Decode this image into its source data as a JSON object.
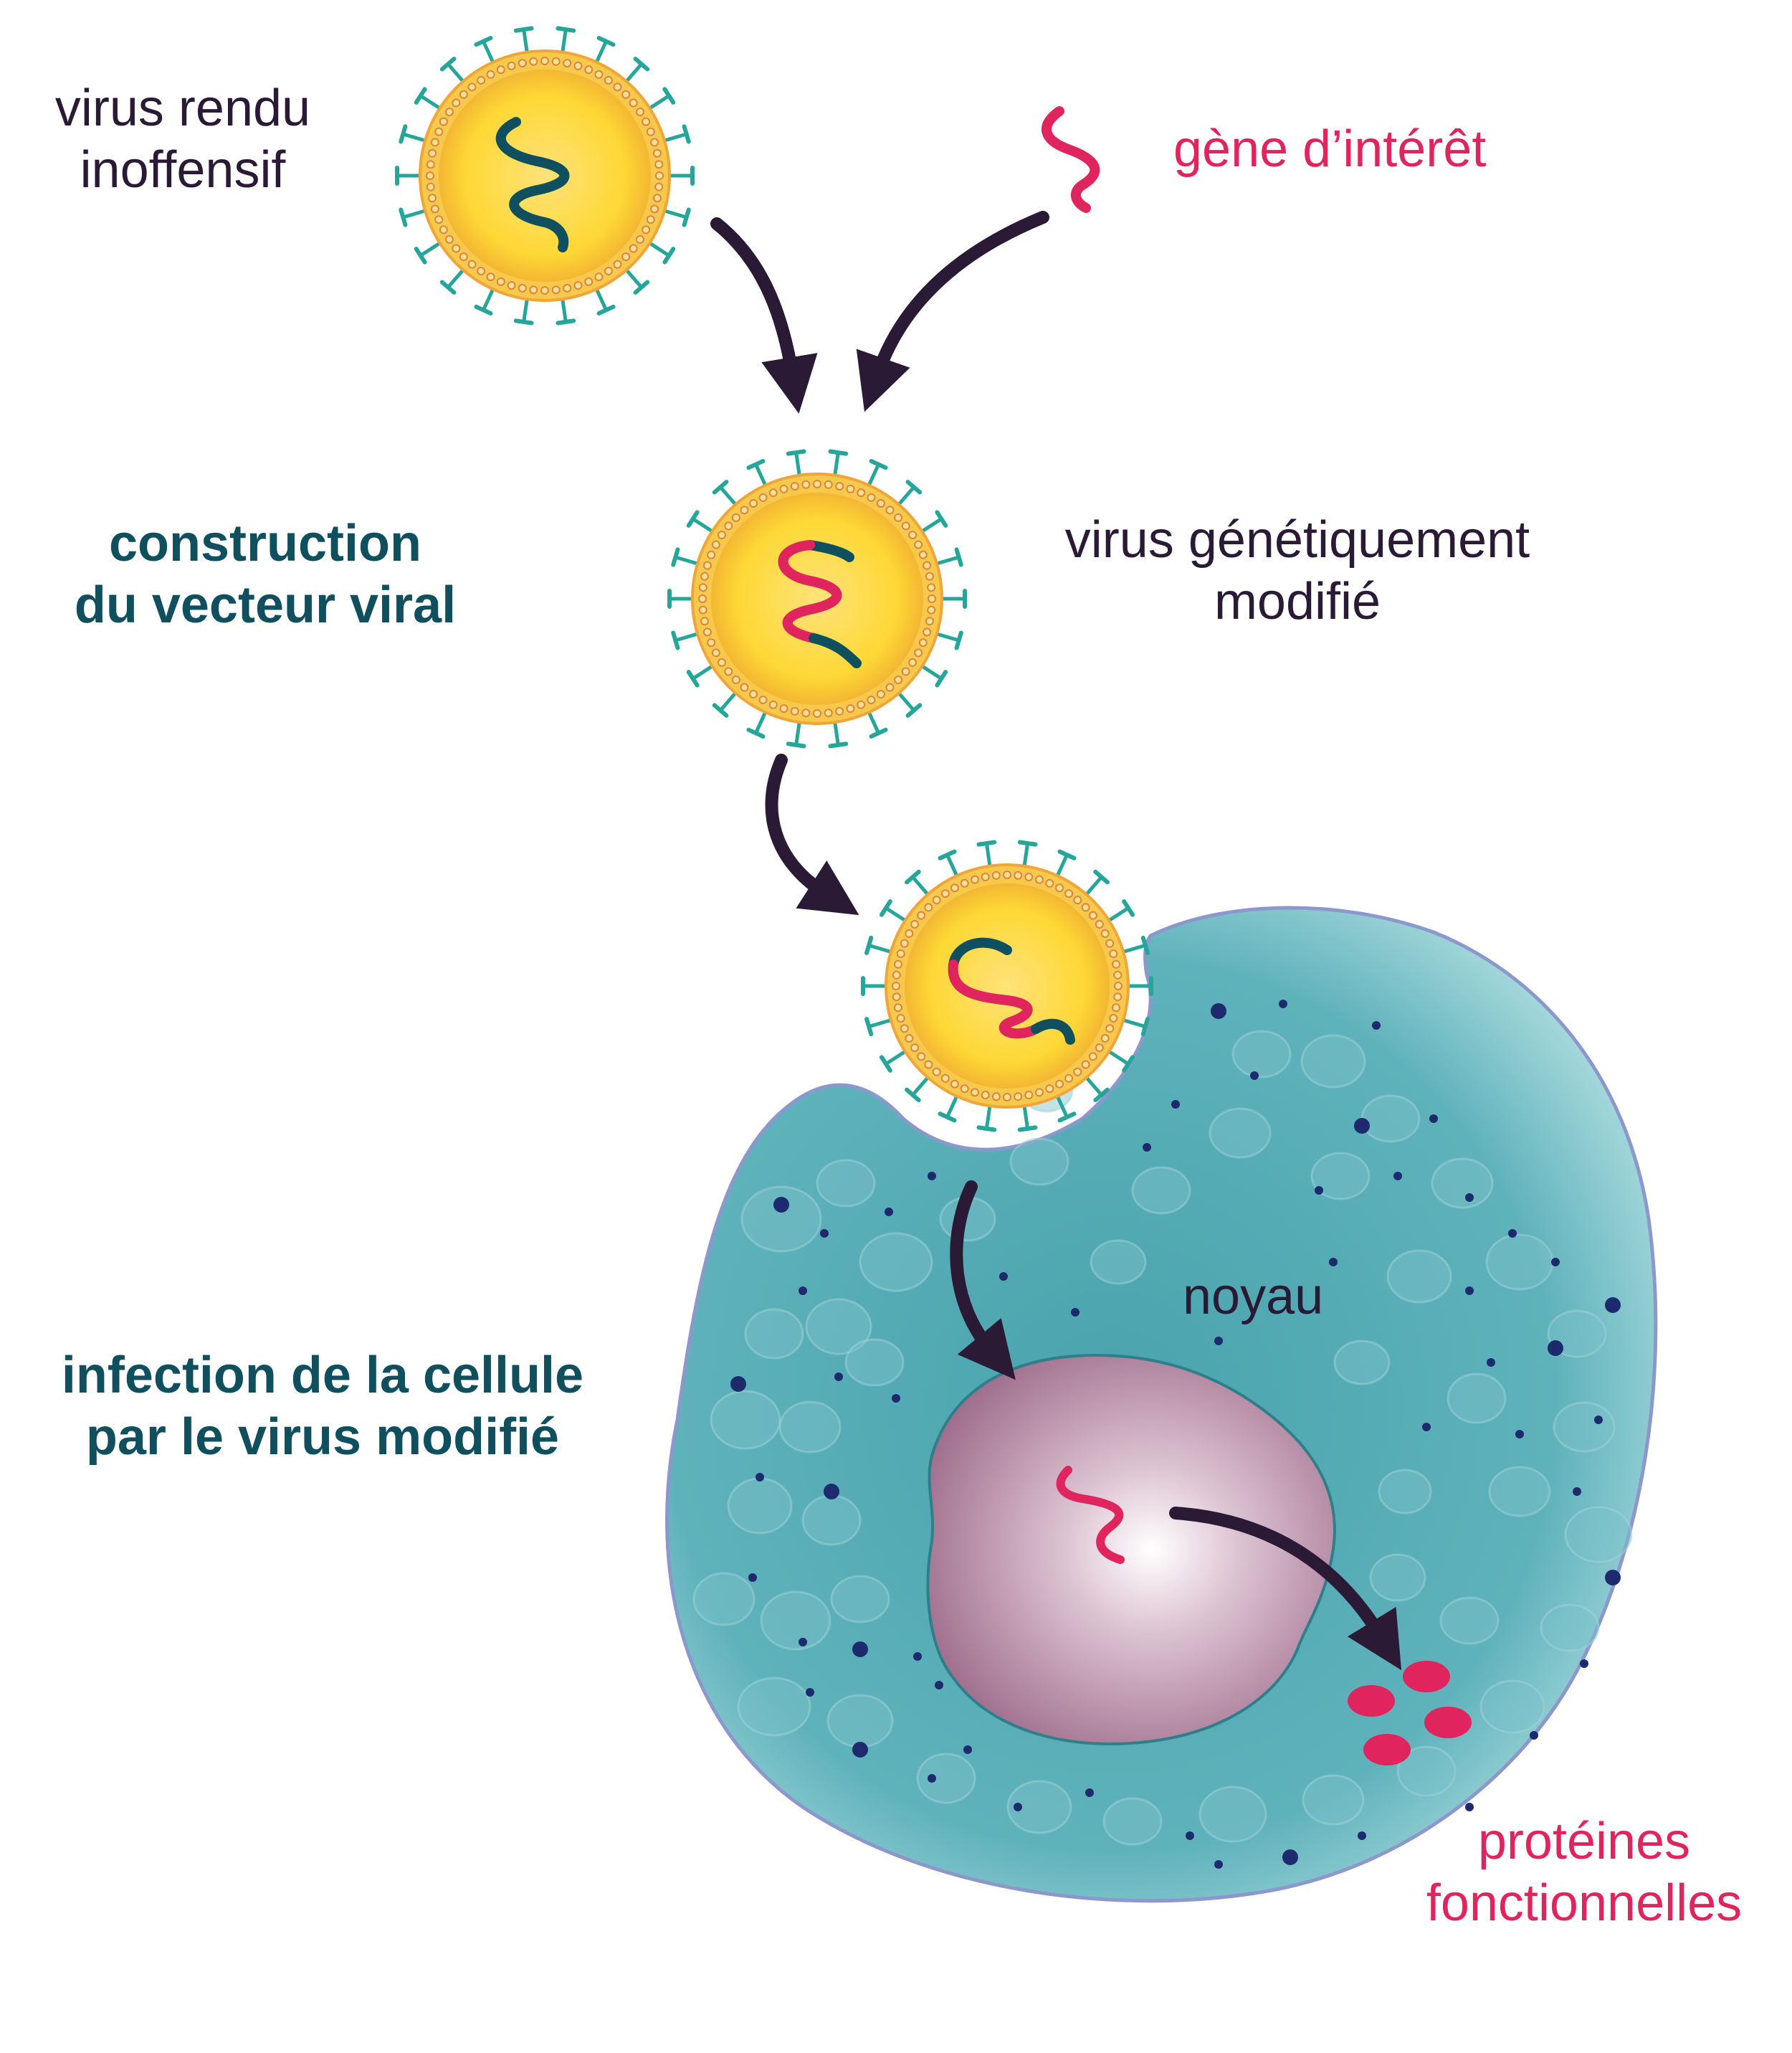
{
  "labels": {
    "harmless_virus": [
      "virus rendu",
      "inoffensif"
    ],
    "gene_of_interest": "gène d’intérêt",
    "vector_step": [
      "construction",
      "du vecteur viral"
    ],
    "modified_virus": [
      "virus génétiquement",
      "modifié"
    ],
    "nucleus": "noyau",
    "infection_step": [
      "infection de la cellule",
      "par le virus modifié"
    ],
    "proteins": [
      "protéines",
      "fonctionnelles"
    ]
  },
  "colors": {
    "virus_body": "#fdd835",
    "virus_ring": "#f4a832",
    "spikes": "#26a69a",
    "viral_rna": "#10505e",
    "gene": "#e0245e",
    "arrows": "#2a1a35",
    "cell": "#5fb2bb",
    "cell_edge": "#8c98cc",
    "nucleus": "#9f6d8c",
    "step_text": "#10505e"
  },
  "icons": {
    "virus": "virus-particle-icon",
    "gene": "gene-strand-icon",
    "cell": "cell-icon",
    "nucleus": "nucleus-icon",
    "proteins": "protein-blob-icon"
  }
}
